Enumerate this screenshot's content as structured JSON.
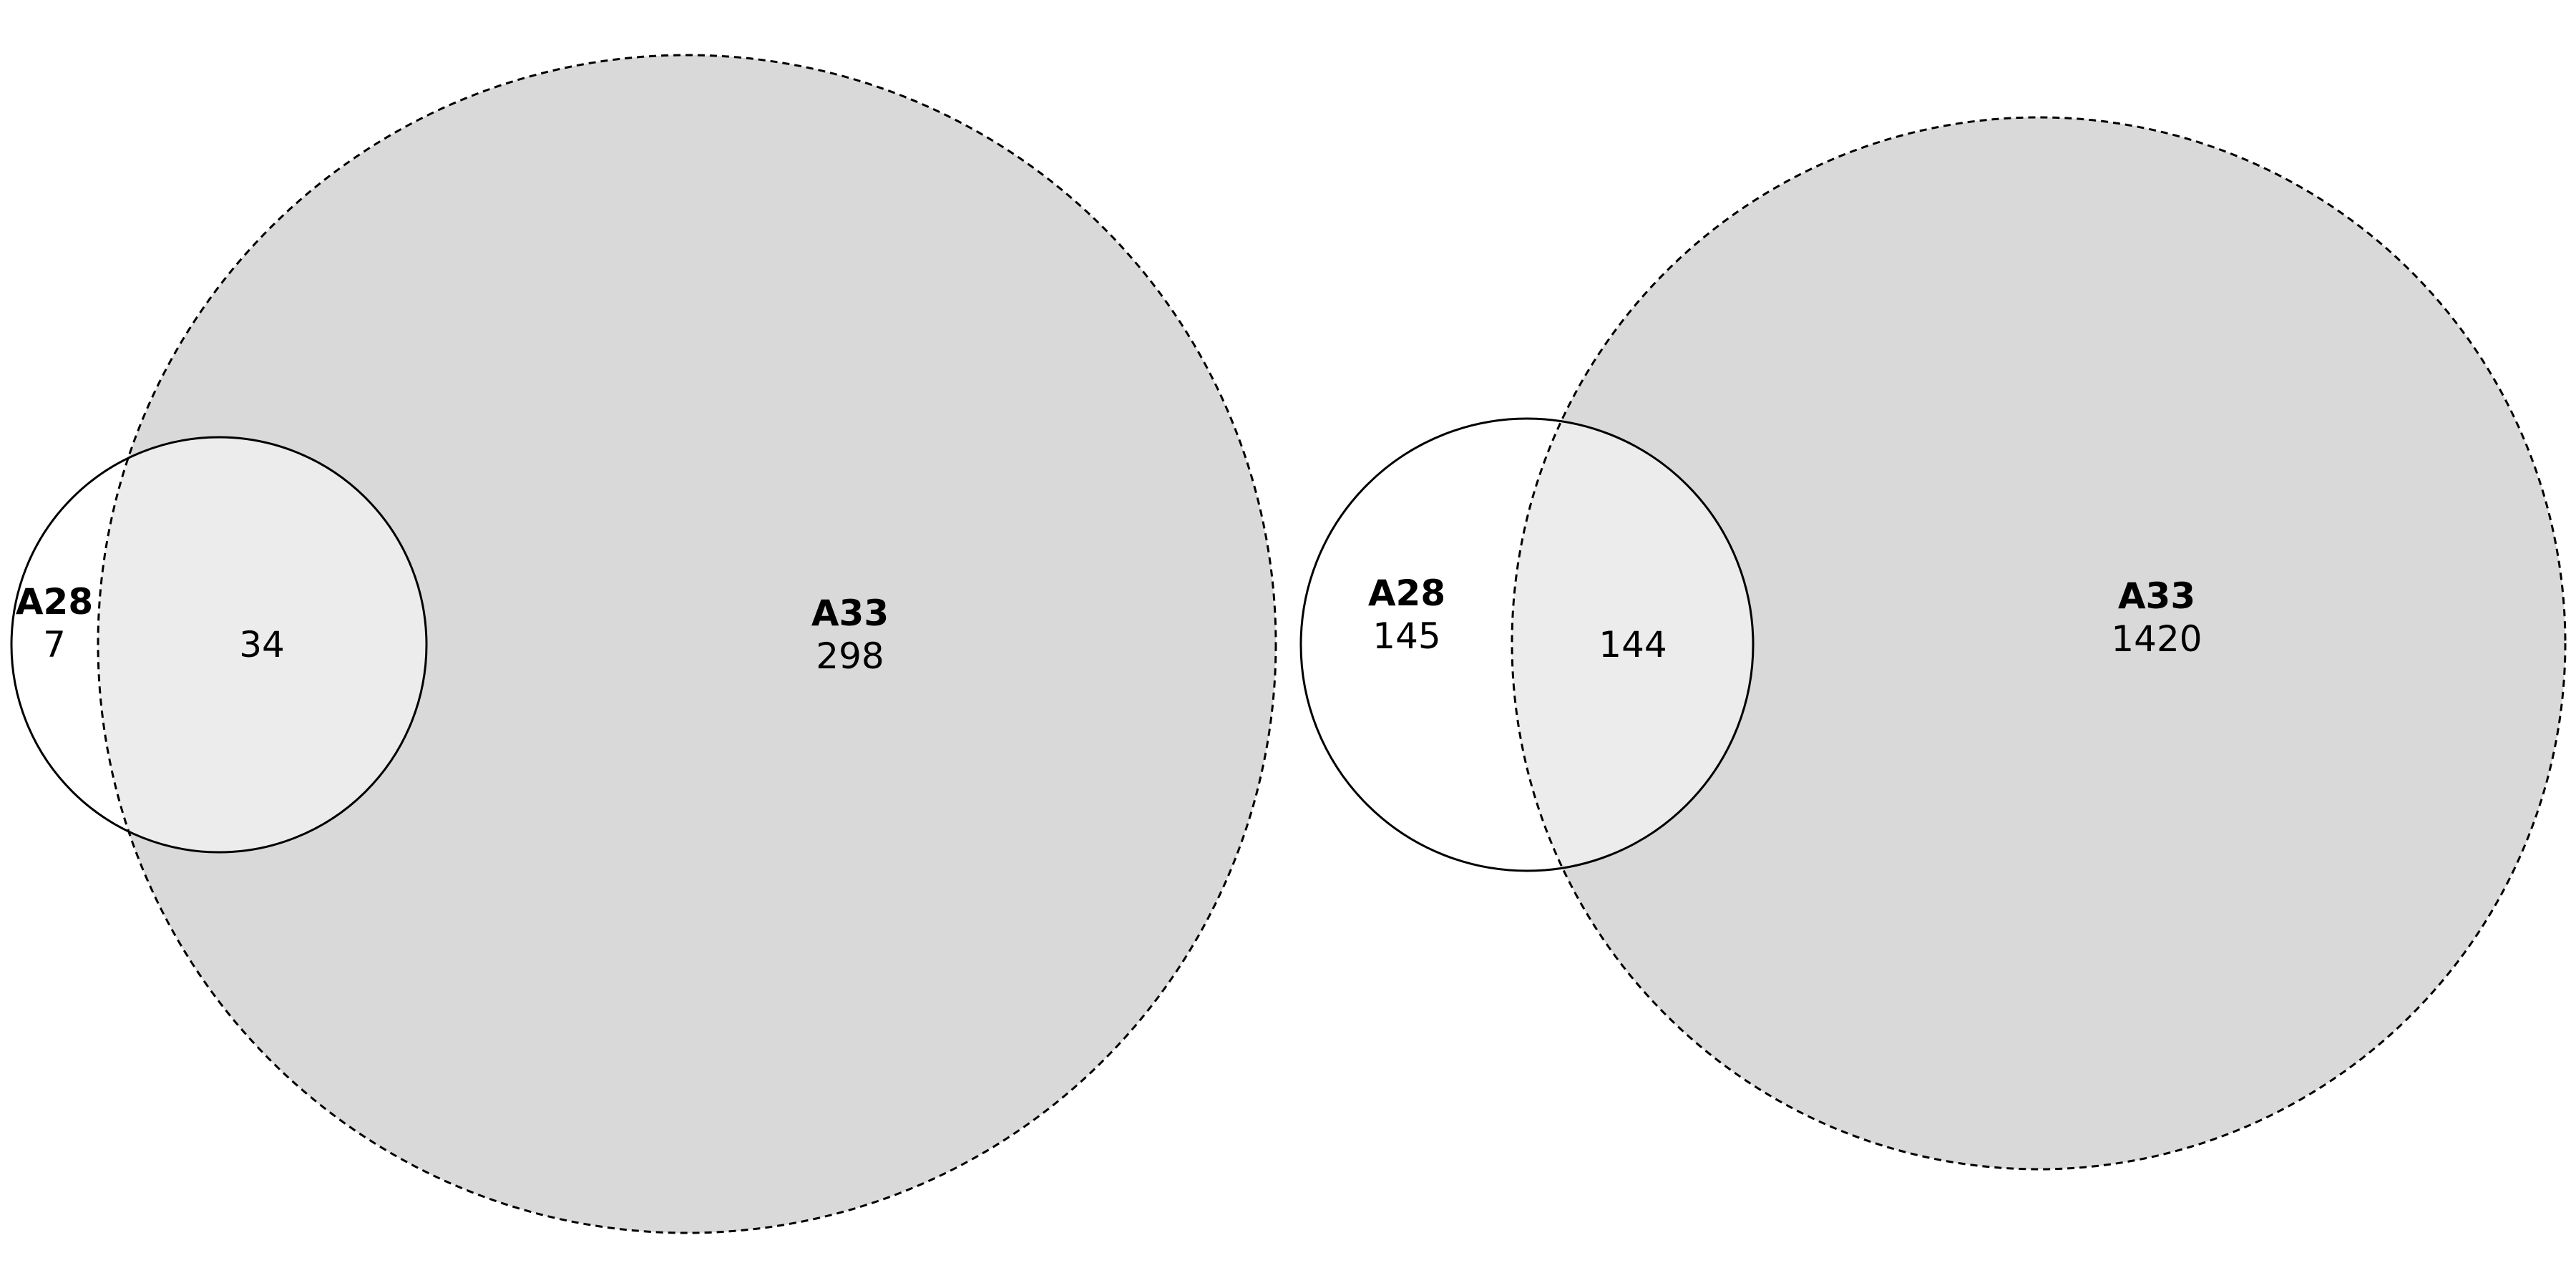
{
  "colors": {
    "background": "#ffffff",
    "large_set_fill": "#d9d9d9",
    "intersection_fill": "#ececec",
    "small_set_fill": "#ffffff",
    "outline": "#000000"
  },
  "venns": [
    {
      "small_set": {
        "name": "A28",
        "only_count": "7",
        "outline": "solid"
      },
      "large_set": {
        "name": "A33",
        "only_count": "298",
        "outline": "dashed"
      },
      "intersection_count": "34"
    },
    {
      "small_set": {
        "name": "A28",
        "only_count": "145",
        "outline": "solid"
      },
      "large_set": {
        "name": "A33",
        "only_count": "1420",
        "outline": "dashed"
      },
      "intersection_count": "144"
    }
  ]
}
